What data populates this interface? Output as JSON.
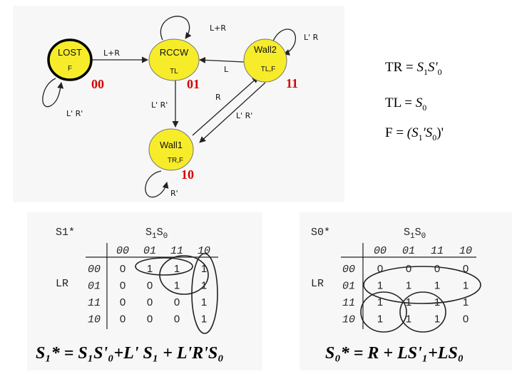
{
  "state_diagram": {
    "states": [
      {
        "id": "lost",
        "name": "LOST",
        "output": "F",
        "code": "00"
      },
      {
        "id": "rccw",
        "name": "RCCW",
        "output": "TL",
        "code": "01"
      },
      {
        "id": "wall2",
        "name": "Wall2",
        "output": "TL,F",
        "code": "11"
      },
      {
        "id": "wall1",
        "name": "Wall1",
        "output": "TR,F",
        "code": "10"
      }
    ],
    "transitions": {
      "lost_to_rccw": "L+R",
      "lost_self": "L' R'",
      "rccw_self": "L+R",
      "rccw_to_wall1": "L' R'",
      "wall2_to_rccw": "L",
      "wall2_self": "L' R",
      "wall1_to_wall2": "R",
      "wall2_to_wall1": "L' R'",
      "wall1_self": "R'"
    },
    "colors": {
      "state_fill": "#f7ec2a",
      "state_code": "#d40000"
    }
  },
  "output_equations": {
    "tr": {
      "lhs": "TR",
      "rhs": "S",
      "s1": "1",
      "s0": "0"
    },
    "tl": {
      "lhs": "TL",
      "rhs": "S",
      "s0": "0"
    },
    "f": {
      "lhs": "F",
      "open": "(S",
      "s1": "1",
      "s0": "0",
      "close": ")'"
    }
  },
  "kmap_s1": {
    "name": "S1*",
    "col_var": "S",
    "col_sub1": "1",
    "col_sub0": "0",
    "row_var": "LR",
    "col_headers": [
      "00",
      "01",
      "11",
      "10"
    ],
    "row_headers": [
      "00",
      "01",
      "11",
      "10"
    ],
    "cells": [
      [
        "0",
        "1",
        "1",
        "1"
      ],
      [
        "0",
        "0",
        "1",
        "1"
      ],
      [
        "0",
        "0",
        "0",
        "1"
      ],
      [
        "0",
        "0",
        "0",
        "1"
      ]
    ],
    "expression": "S₁* = S₁S'₀+L' S₁ + L'R'S₀"
  },
  "kmap_s0": {
    "name": "S0*",
    "col_var": "S",
    "col_sub1": "1",
    "col_sub0": "0",
    "row_var": "LR",
    "col_headers": [
      "00",
      "01",
      "11",
      "10"
    ],
    "row_headers": [
      "00",
      "01",
      "11",
      "10"
    ],
    "cells": [
      [
        "0",
        "0",
        "0",
        "0"
      ],
      [
        "1",
        "1",
        "1",
        "1"
      ],
      [
        "1",
        "1",
        "1",
        "1"
      ],
      [
        "1",
        "1",
        "1",
        "0"
      ]
    ],
    "expression": "S₀* = R + LS'₁+LS₀"
  }
}
